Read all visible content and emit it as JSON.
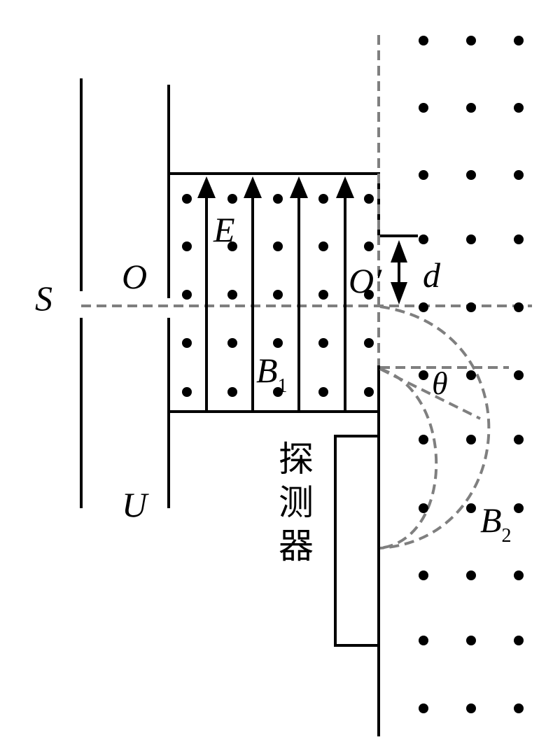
{
  "diagram": {
    "title": "Mass spectrometer with velocity selector and detector",
    "labels": {
      "source": "S",
      "origin": "O",
      "exit_point": "O′",
      "distance": "d",
      "electric_field": "E",
      "field_b1_main": "B",
      "field_b1_sub": "1",
      "field_b2_main": "B",
      "field_b2_sub": "2",
      "voltage": "U",
      "angle": "θ",
      "detector_line1": "探",
      "detector_line2": "测",
      "detector_line3": "器"
    },
    "fields": {
      "b1_direction": "out-of-page",
      "b2_direction": "out-of-page",
      "e_direction": "up"
    },
    "colors": {
      "solid": "#000000",
      "dashed": "#7f7f7f"
    }
  }
}
